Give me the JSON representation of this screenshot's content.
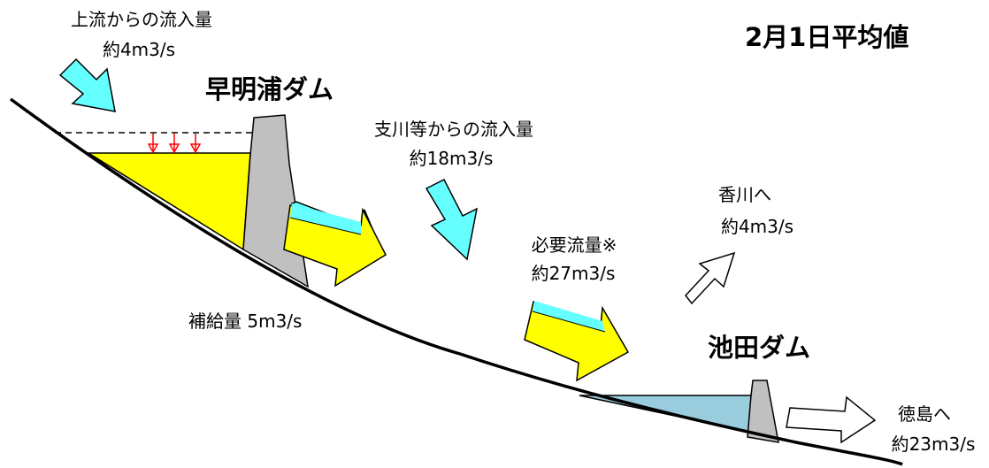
{
  "title": "2月1日平均値",
  "dams": {
    "sameura": {
      "name": "早明浦ダム"
    },
    "ikeda": {
      "name": "池田ダム"
    }
  },
  "flows": {
    "upstream_inflow": {
      "label": "上流からの流入量",
      "value": "約4m3/s"
    },
    "tributary_inflow": {
      "label": "支川等からの流入量",
      "value": "約18m3/s"
    },
    "supply": {
      "label": "補給量 5m3/s"
    },
    "required_flow": {
      "label": "必要流量※",
      "value": "約27m3/s"
    },
    "to_kagawa": {
      "label": "香川へ",
      "value": "約4m3/s"
    },
    "to_tokushima": {
      "label": "徳島へ",
      "value": "約23m3/s"
    }
  },
  "colors": {
    "inflow_arrow": "#66ffff",
    "reservoir_sameura": "#ffff00",
    "reservoir_ikeda": "#99ccdd",
    "dam_body": "#c0c0c0",
    "lowering_arrows": "#ff0000",
    "river_bed": "#000000"
  }
}
